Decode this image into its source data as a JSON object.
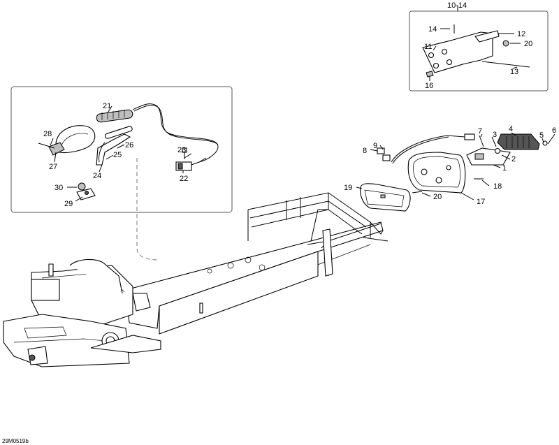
{
  "diagram": {
    "reference_code": "29M0519b",
    "group_label": "10-14",
    "callouts": [
      "1",
      "2",
      "3",
      "4",
      "5",
      "6",
      "7",
      "8",
      "9",
      "11",
      "12",
      "13",
      "14",
      "16",
      "17",
      "18",
      "19",
      "20",
      "20",
      "21",
      "22",
      "23",
      "24",
      "25",
      "26",
      "27",
      "28",
      "29",
      "30"
    ]
  }
}
